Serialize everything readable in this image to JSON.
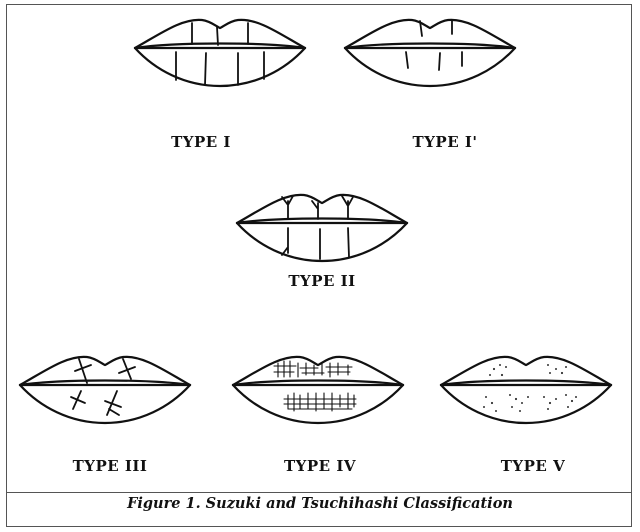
{
  "types": [
    {
      "id": "type-1",
      "label": "TYPE I"
    },
    {
      "id": "type-1-prime",
      "label": "TYPE I'"
    },
    {
      "id": "type-2",
      "label": "TYPE II"
    },
    {
      "id": "type-3",
      "label": "TYPE III"
    },
    {
      "id": "type-4",
      "label": "TYPE IV"
    },
    {
      "id": "type-5",
      "label": "TYPE V"
    }
  ],
  "caption": "Figure 1. Suzuki and Tsuchihashi Classification"
}
